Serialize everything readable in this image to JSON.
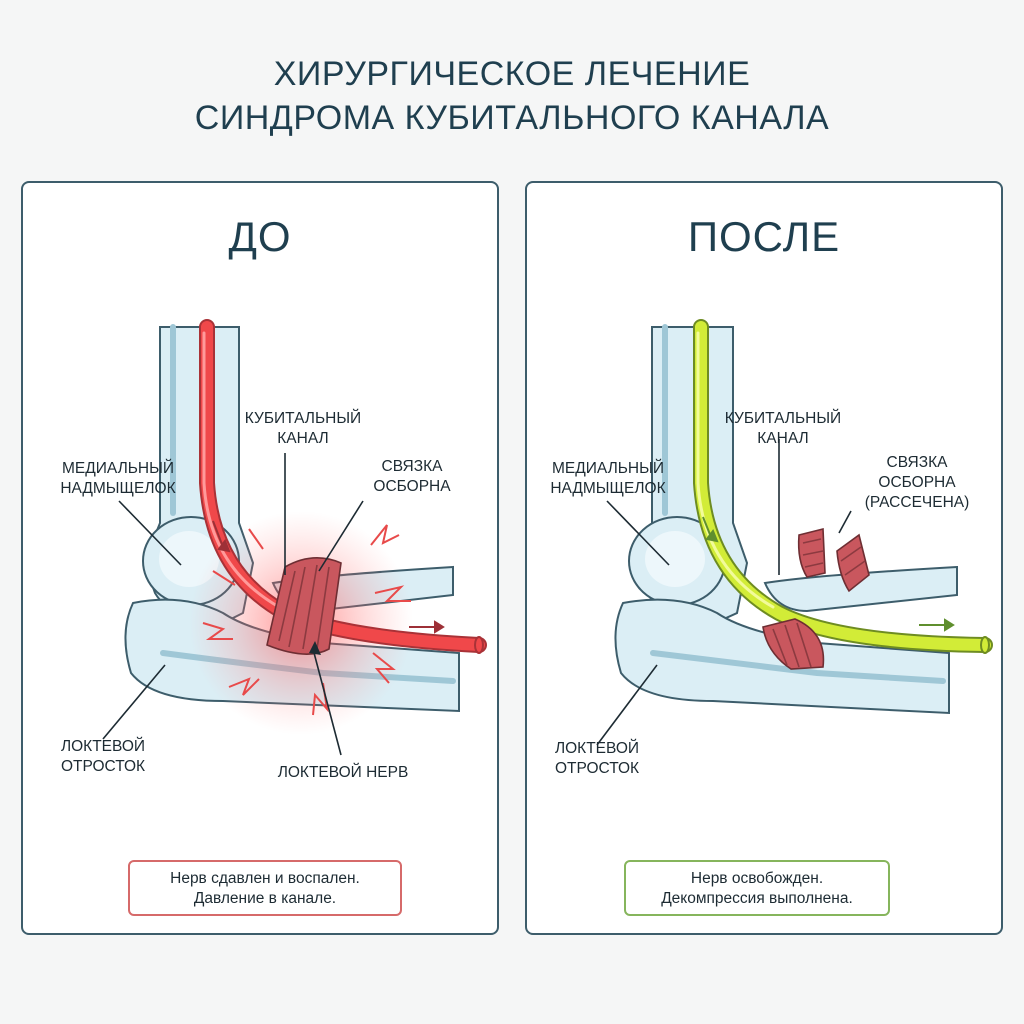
{
  "title": {
    "line1": "ХИРУРГИЧЕСКОЕ ЛЕЧЕНИЕ",
    "line2": "СИНДРОМА КУБИТАЛЬНОГО КАНАЛА"
  },
  "colors": {
    "outline": "#3d5d6b",
    "bone_fill": "#dbeef5",
    "nerve_inflamed": "#f0484a",
    "nerve_healthy": "#d2ec37",
    "ligament": "#c9575e"
  },
  "before": {
    "heading": "ДО",
    "labels": {
      "epicondyle": "МЕДИАЛЬНЫЙ\nНАДМЫЩЕЛОК",
      "canal": "КУБИТАЛЬНЫЙ\nКАНАЛ",
      "ligament": "СВЯЗКА\nОСБОРНА",
      "olecranon": "ЛОКТЕВОЙ\nОТРОСТОК",
      "nerve": "ЛОКТЕВОЙ НЕРВ"
    },
    "note": {
      "line1": "Нерв сдавлен и воспален.",
      "line2": "Давление в канале."
    }
  },
  "after": {
    "heading": "ПОСЛЕ",
    "labels": {
      "epicondyle": "МЕДИАЛЬНЫЙ\nНАДМЫЩЕЛОК",
      "canal": "КУБИТАЛЬНЫЙ\nКАНАЛ",
      "ligament": "СВЯЗКА\nОСБОРНА\n(РАССЕЧЕНА)",
      "olecranon": "ЛОКТЕВОЙ\nОТРОСТОК"
    },
    "note": {
      "line1": "Нерв освобожден.",
      "line2": "Декомпрессия выполнена."
    }
  }
}
